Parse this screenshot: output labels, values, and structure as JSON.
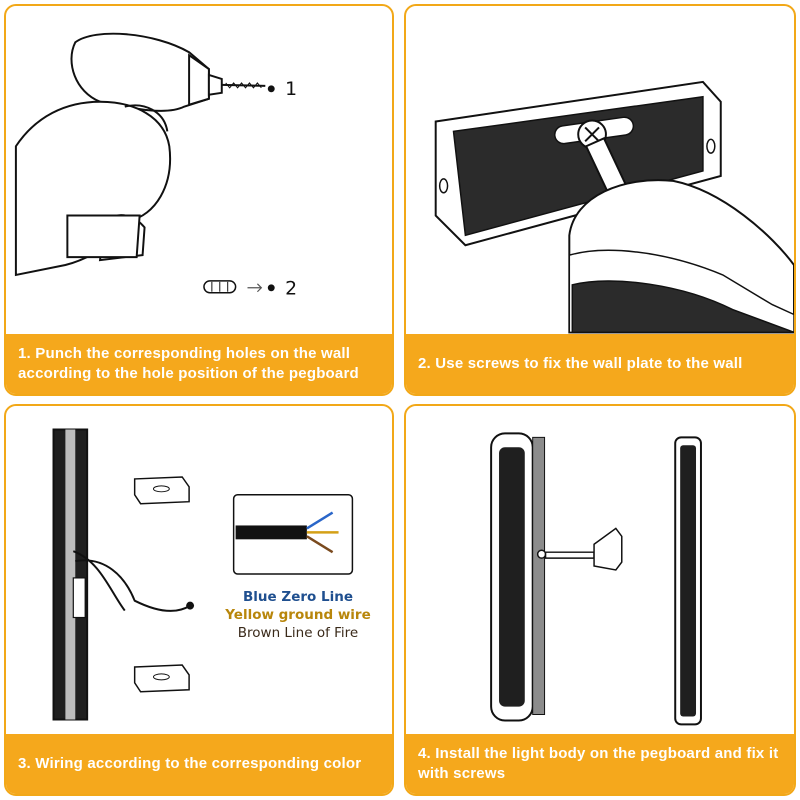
{
  "steps": [
    {
      "caption": "1. Punch the corresponding holes on the wall according to the hole position of the pegboard",
      "markers": [
        "1",
        "2"
      ]
    },
    {
      "caption": "2. Use screws to fix the wall plate to the wall"
    },
    {
      "caption": "3. Wiring according to the corresponding color",
      "legend": {
        "blue": "Blue Zero Line",
        "yellow": "Yellow ground wire",
        "brown": "Brown Line of Fire"
      }
    },
    {
      "caption": "4. Install the light body on the pegboard and fix it with screws"
    }
  ],
  "colors": {
    "accent": "#f5a81c",
    "wire_blue": "#2a66c9",
    "wire_yellow": "#d4a017",
    "wire_brown": "#7a4a1e"
  }
}
